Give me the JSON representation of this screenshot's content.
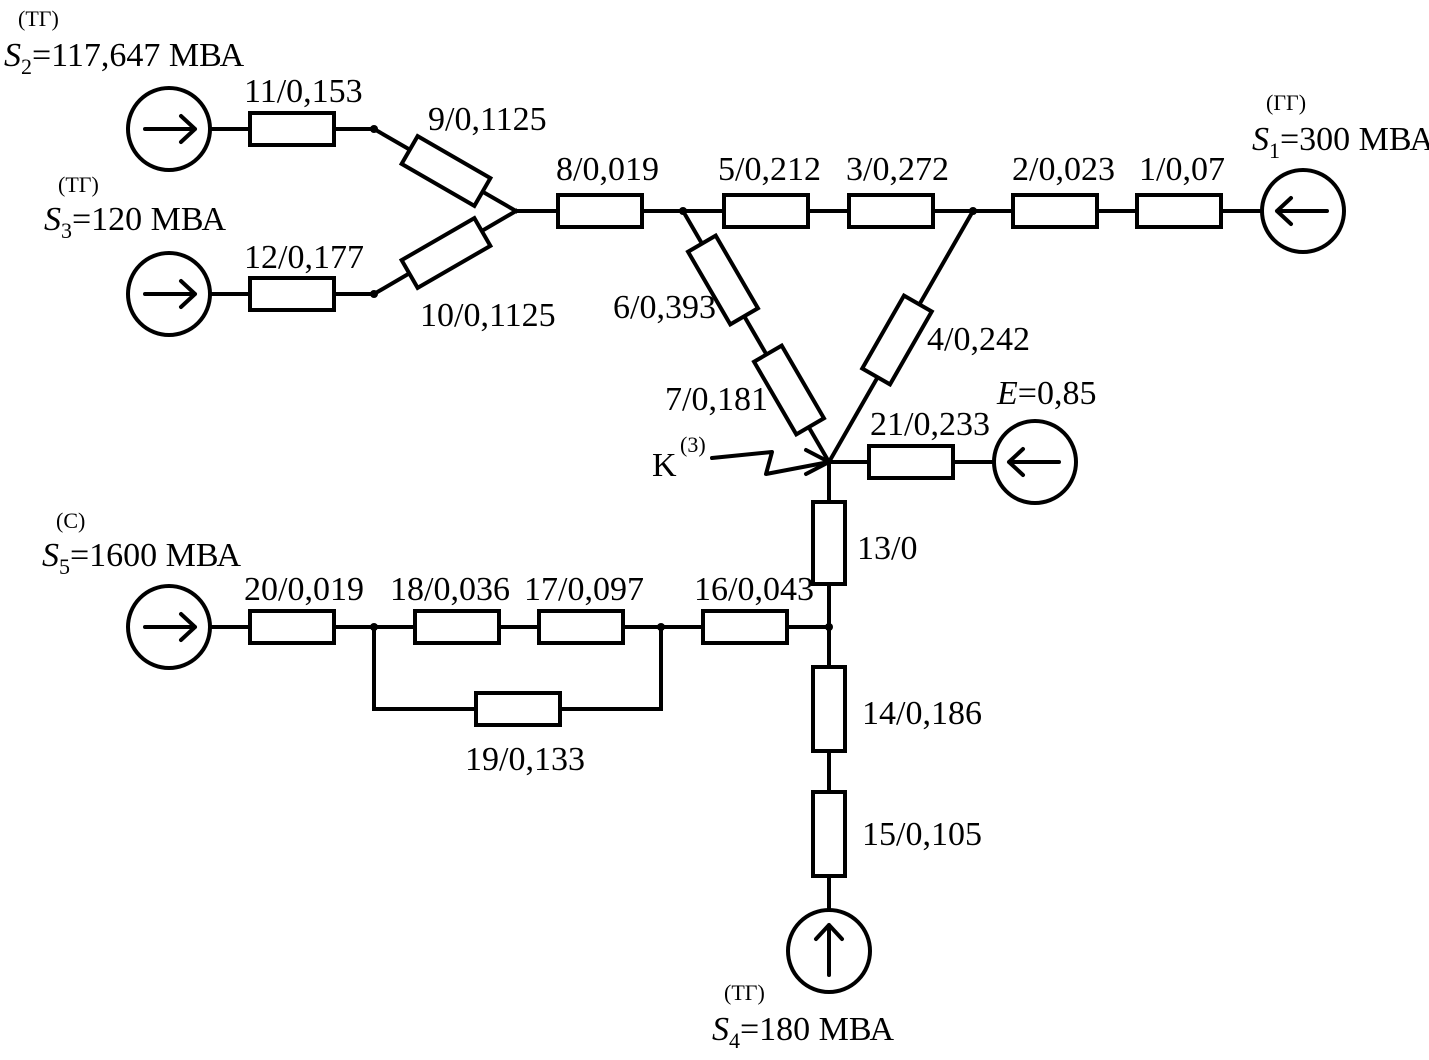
{
  "resistors": [
    {
      "id": "r1",
      "label": "1/0,07"
    },
    {
      "id": "r2",
      "label": "2/0,023"
    },
    {
      "id": "r3",
      "label": "3/0,272"
    },
    {
      "id": "r4",
      "label": "4/0,242"
    },
    {
      "id": "r5",
      "label": "5/0,212"
    },
    {
      "id": "r6",
      "label": "6/0,393"
    },
    {
      "id": "r7",
      "label": "7/0,181"
    },
    {
      "id": "r8",
      "label": "8/0,019"
    },
    {
      "id": "r9",
      "label": "9/0,1125"
    },
    {
      "id": "r10",
      "label": "10/0,1125"
    },
    {
      "id": "r11",
      "label": "11/0,153"
    },
    {
      "id": "r12",
      "label": "12/0,177"
    },
    {
      "id": "r13",
      "label": "13/0"
    },
    {
      "id": "r14",
      "label": "14/0,186"
    },
    {
      "id": "r15",
      "label": "15/0,105"
    },
    {
      "id": "r16",
      "label": "16/0,043"
    },
    {
      "id": "r17",
      "label": "17/0,097"
    },
    {
      "id": "r18",
      "label": "18/0,036"
    },
    {
      "id": "r19",
      "label": "19/0,133"
    },
    {
      "id": "r20",
      "label": "20/0,019"
    },
    {
      "id": "r21",
      "label": "21/0,233"
    }
  ],
  "sources": {
    "s1": {
      "type": "(ГГ)",
      "sym": "S",
      "sub": "1",
      "value": "=300 МВА"
    },
    "s2": {
      "type": "(ТГ)",
      "sym": "S",
      "sub": "2",
      "value": "=117,647 МВА"
    },
    "s3": {
      "type": "(ТГ)",
      "sym": "S",
      "sub": "3",
      "value": "=120 МВА"
    },
    "s4": {
      "type": "(ТГ)",
      "sym": "S",
      "sub": "4",
      "value": "=180 МВА"
    },
    "s5": {
      "type": "(С)",
      "sym": "S",
      "sub": "5",
      "value": "=1600 МВА"
    },
    "e": {
      "sym": "E",
      "value": "=0,85"
    }
  },
  "fault": {
    "letter": "K",
    "sup": "(3)"
  }
}
